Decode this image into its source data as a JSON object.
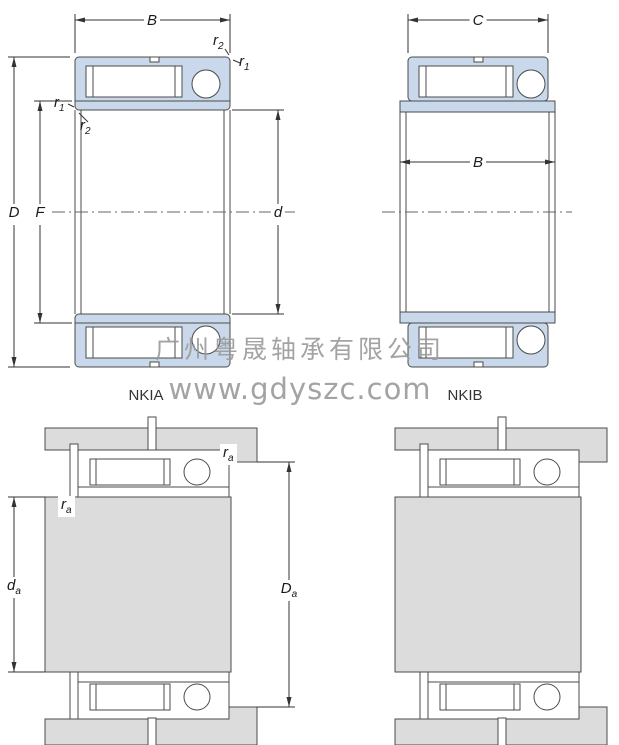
{
  "colors": {
    "bearing_blue": "#c9d8ea",
    "steel_gray": "#dcdcdc",
    "outline": "#4b4b4b"
  },
  "diagrams": {
    "nkia": {
      "label": "NKIA"
    },
    "nkib": {
      "label": "NKIB"
    }
  },
  "dimensions": {
    "b_left": {
      "base": "B",
      "sub": ""
    },
    "c_right": {
      "base": "C",
      "sub": ""
    },
    "d_outer": {
      "base": "D",
      "sub": ""
    },
    "f_bore": {
      "base": "F",
      "sub": ""
    },
    "d_bore": {
      "base": "d",
      "sub": ""
    },
    "b_right": {
      "base": "B",
      "sub": ""
    },
    "r2_top": {
      "base": "r",
      "sub": "2"
    },
    "r1_top_right": {
      "base": "r",
      "sub": "1"
    },
    "r1_left": {
      "base": "r",
      "sub": "1"
    },
    "r2_left": {
      "base": "r",
      "sub": "2"
    },
    "ra_housing": {
      "base": "r",
      "sub": "a"
    },
    "ra_shaft": {
      "base": "r",
      "sub": "a"
    },
    "da_shaft": {
      "base": "d",
      "sub": "a"
    },
    "da_housing": {
      "base": "D",
      "sub": "a"
    }
  },
  "watermark": {
    "company": "广州粤晟轴承有限公司",
    "website": "www.gdyszc.com"
  }
}
